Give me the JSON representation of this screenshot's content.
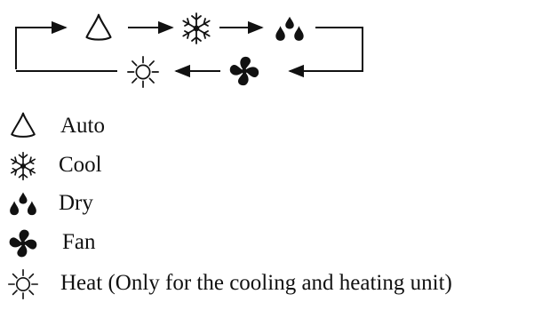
{
  "cycle": {
    "sequence": [
      "auto-icon",
      "snowflake-icon",
      "droplets-icon",
      "fan-icon",
      "sun-icon"
    ]
  },
  "legend": {
    "items": [
      {
        "icon": "auto-icon",
        "label": "Auto"
      },
      {
        "icon": "snowflake-icon",
        "label": "Cool"
      },
      {
        "icon": "droplets-icon",
        "label": "Dry"
      },
      {
        "icon": "fan-icon",
        "label": "Fan"
      },
      {
        "icon": "sun-icon",
        "label": "Heat (Only for the cooling and heating unit)"
      }
    ]
  }
}
